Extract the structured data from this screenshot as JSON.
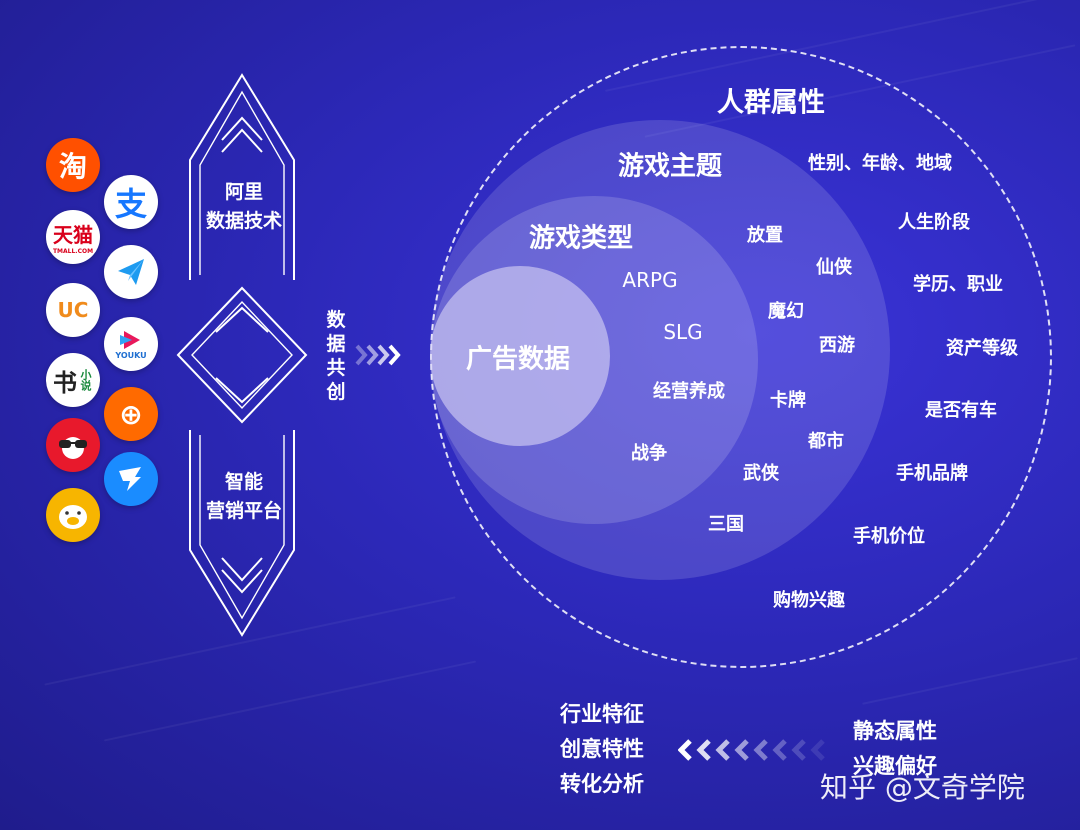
{
  "apps": [
    {
      "name": "taobao-icon",
      "glyph": "淘",
      "bg": "#ff5000",
      "color": "#fff"
    },
    {
      "name": "alipay-icon",
      "glyph": "支",
      "bg": "#ffffff",
      "color": "#1677ff"
    },
    {
      "name": "tmall-icon",
      "glyph": "天猫",
      "sub": "TMALL.COM",
      "bg": "#ffffff",
      "color": "#d9001b"
    },
    {
      "name": "dingtalk-plane-icon",
      "glyph": "",
      "bg": "#ffffff",
      "color": "#1e9bf0"
    },
    {
      "name": "uc-browser-icon",
      "glyph": "UC",
      "bg": "#ffffff",
      "color": "#f08b1c"
    },
    {
      "name": "youku-icon",
      "glyph": "",
      "sub": "YOUKU",
      "bg": "#ffffff",
      "color": "#e8195b"
    },
    {
      "name": "book-novel-icon",
      "glyph": "书",
      "sub": "小说",
      "bg": "#ffffff",
      "color": "#222"
    },
    {
      "name": "xiami-music-icon",
      "glyph": "⊕",
      "bg": "#ff6a00",
      "color": "#fff"
    },
    {
      "name": "glasses-face-icon",
      "glyph": "",
      "bg": "#e8192c",
      "color": "#fff"
    },
    {
      "name": "dingtalk-icon",
      "glyph": "",
      "bg": "#1a8cff",
      "color": "#fff"
    },
    {
      "name": "pig-icon",
      "glyph": "",
      "bg": "#f7b500",
      "color": "#fff"
    }
  ],
  "left_panel": {
    "top_label": [
      "阿里",
      "数据技术"
    ],
    "bottom_label": [
      "智能",
      "营销平台"
    ]
  },
  "cocreate_label": [
    "数",
    "据",
    "共",
    "创"
  ],
  "circles": {
    "outer_title": "人群属性",
    "middle_title": "游戏主题",
    "inner_title": "游戏类型",
    "core_title": "广告数据"
  },
  "game_types": [
    "ARPG",
    "SLG",
    "经营养成",
    "战争"
  ],
  "game_themes": [
    "放置",
    "仙侠",
    "魔幻",
    "西游",
    "卡牌",
    "都市",
    "武侠",
    "三国"
  ],
  "crowd_attrs": [
    "性别、年龄、地域",
    "人生阶段",
    "学历、职业",
    "资产等级",
    "是否有车",
    "手机品牌",
    "手机价位",
    "购物兴趣"
  ],
  "bottom_left": [
    "行业特征",
    "创意特性",
    "转化分析"
  ],
  "bottom_right": [
    "静态属性",
    "兴趣偏好"
  ],
  "watermark": "知乎 @文奇学院",
  "colors": {
    "bg": "#2c28b8",
    "accent": "#ffffff"
  }
}
